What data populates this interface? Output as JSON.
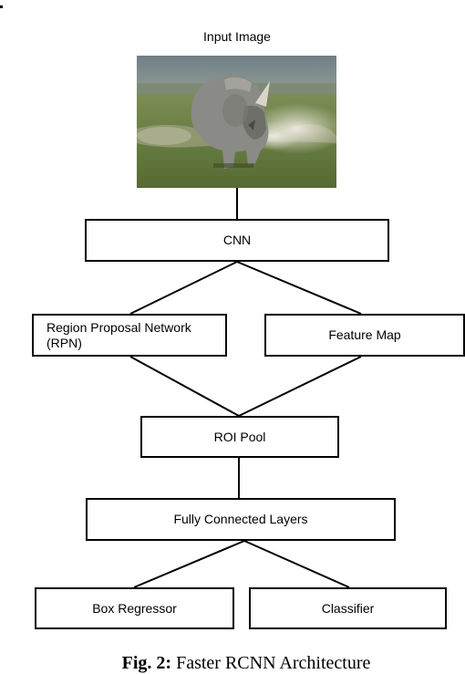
{
  "input": {
    "label": "Input Image",
    "image_description": "rhinoceros-photo"
  },
  "nodes": {
    "cnn": "CNN",
    "rpn": "Region Proposal Network (RPN)",
    "feature_map": "Feature Map",
    "roi_pool": "ROI Pool",
    "fully_connected": "Fully Connected Layers",
    "box_regressor": "Box Regressor",
    "classifier": "Classifier"
  },
  "edges": [
    [
      "input_image",
      "cnn"
    ],
    [
      "cnn",
      "rpn"
    ],
    [
      "cnn",
      "feature_map"
    ],
    [
      "rpn",
      "roi_pool"
    ],
    [
      "feature_map",
      "roi_pool"
    ],
    [
      "roi_pool",
      "fully_connected"
    ],
    [
      "fully_connected",
      "box_regressor"
    ],
    [
      "fully_connected",
      "classifier"
    ]
  ],
  "caption": {
    "figure_number": "Fig. 2:",
    "text": "Faster RCNN Architecture"
  }
}
